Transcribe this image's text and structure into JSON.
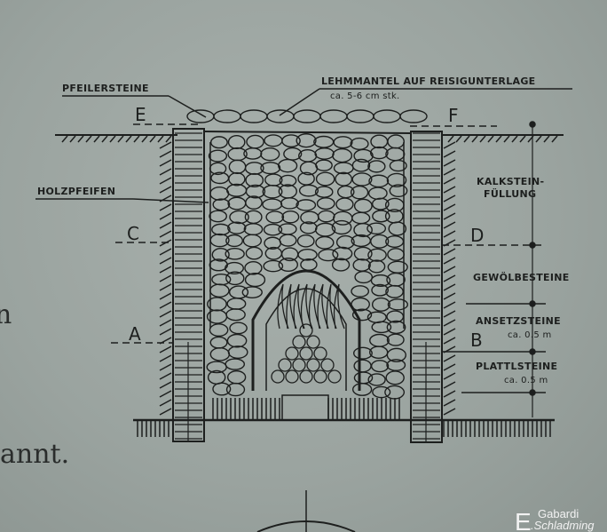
{
  "diagram": {
    "labels": {
      "pfeilersteine": "PFEILERSTEINE",
      "lehmmantel": "LEHMMANTEL AUF REISIGUNTERLAGE",
      "lehmmantel_thickness": "ca. 5-6 cm stk.",
      "holzpfeifen": "HOLZPFEIFEN",
      "kalkstein_line1": "KALKSTEIN-",
      "kalkstein_line2": "FÜLLUNG",
      "gewoelbesteine": "GEWÖLBESTEINE",
      "ansetzsteine": "ANSETZSTEINE",
      "ansetzsteine_size": "ca. 0.5 m",
      "plattlsteine": "PLATTLSTEINE",
      "plattlsteine_size": "ca. 0.5 m"
    },
    "section_markers": {
      "e": "E",
      "f": "F",
      "c": "C",
      "d": "D",
      "a": "A",
      "b": "B"
    },
    "ink_color": "#1d1f1e",
    "paper_color": "#9ea7a3"
  },
  "sign_text": {
    "fragment_n": "n",
    "fragment_annt": "annt."
  },
  "watermark": {
    "initial": "E",
    "name": "Gabardi",
    "place": ".Schladming"
  }
}
